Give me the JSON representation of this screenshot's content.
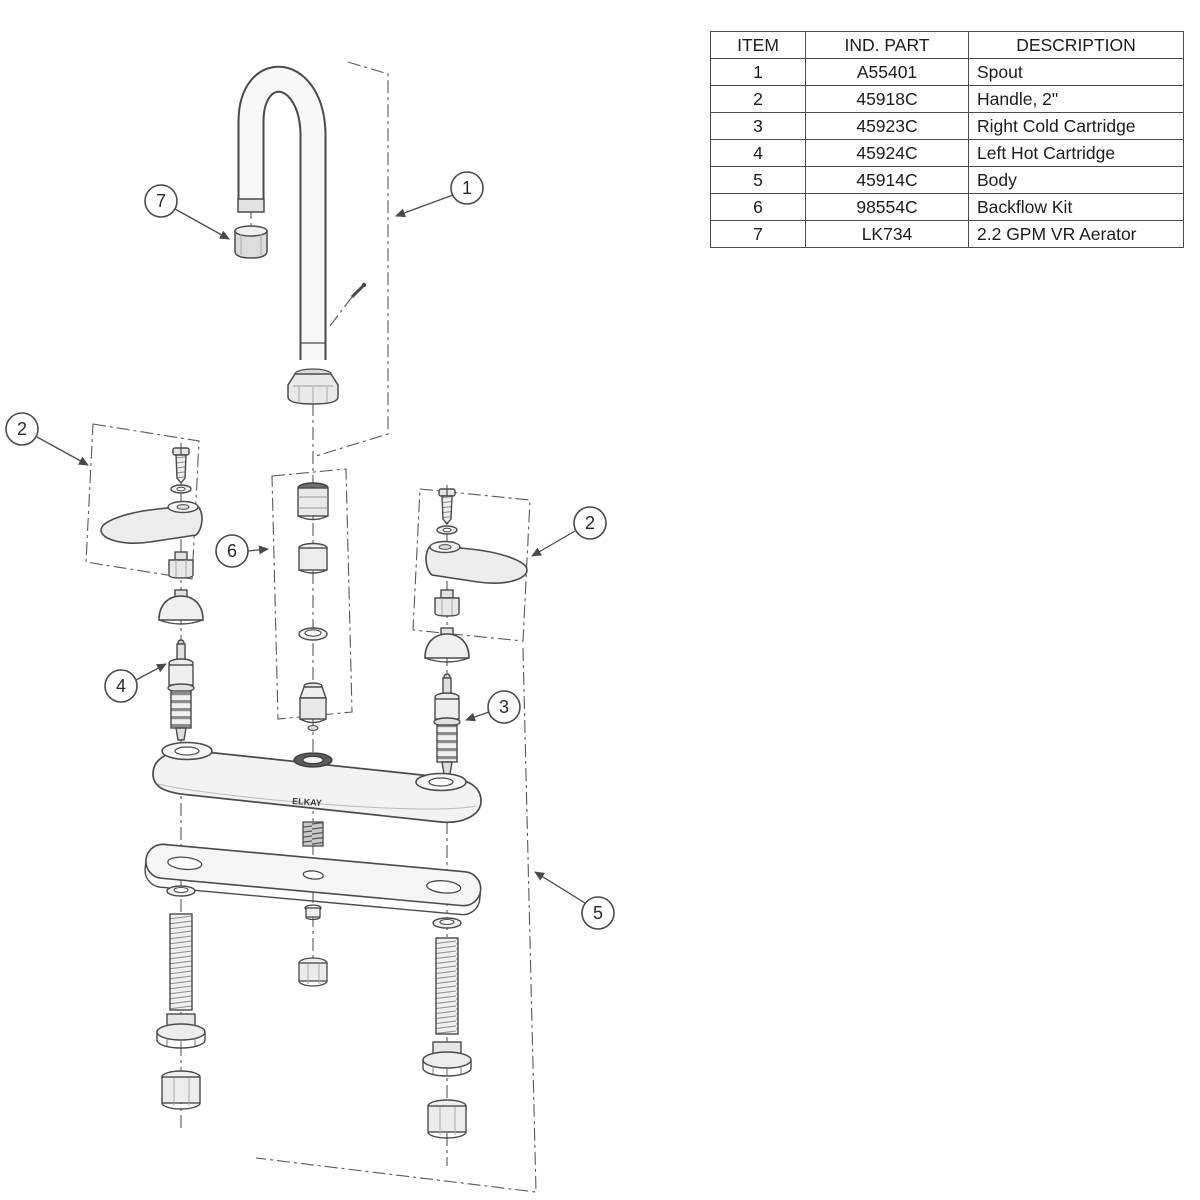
{
  "table": {
    "headers": [
      "ITEM",
      "IND. PART",
      "DESCRIPTION"
    ],
    "rows": [
      {
        "item": "1",
        "part": "A55401",
        "desc": "Spout"
      },
      {
        "item": "2",
        "part": "45918C",
        "desc": "Handle, 2\""
      },
      {
        "item": "3",
        "part": "45923C",
        "desc": "Right Cold Cartridge"
      },
      {
        "item": "4",
        "part": "45924C",
        "desc": "Left Hot Cartridge"
      },
      {
        "item": "5",
        "part": "45914C",
        "desc": "Body"
      },
      {
        "item": "6",
        "part": "98554C",
        "desc": "Backflow Kit"
      },
      {
        "item": "7",
        "part": "LK734",
        "desc": "2.2 GPM VR Aerator"
      }
    ]
  },
  "diagram": {
    "brand_label": "ELKAY",
    "line_color": "#4a4a4a",
    "callouts": {
      "spout": "1",
      "handle_left": "2",
      "handle_right": "2",
      "right_cold_cartridge": "3",
      "left_hot_cartridge": "4",
      "body": "5",
      "backflow_kit": "6",
      "aerator": "7"
    }
  }
}
